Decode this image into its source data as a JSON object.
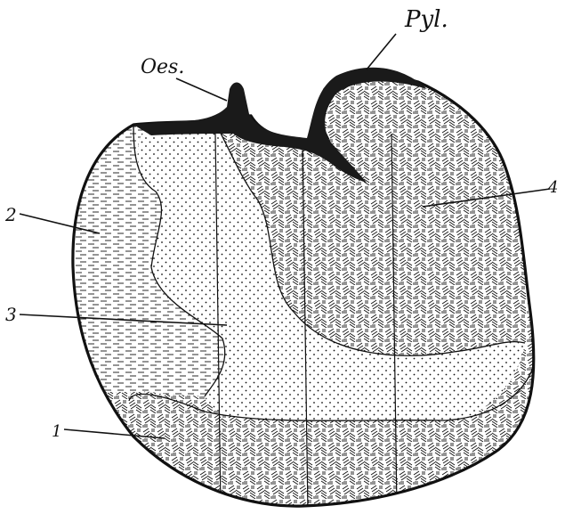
{
  "labels": {
    "pyl": "Pyl.",
    "oes": "Oes.",
    "n1": "1",
    "n2": "2",
    "n3": "3",
    "n4": "4"
  },
  "colors": {
    "ink": "#111111",
    "wall": "#1a1a1a",
    "background": "#ffffff"
  }
}
